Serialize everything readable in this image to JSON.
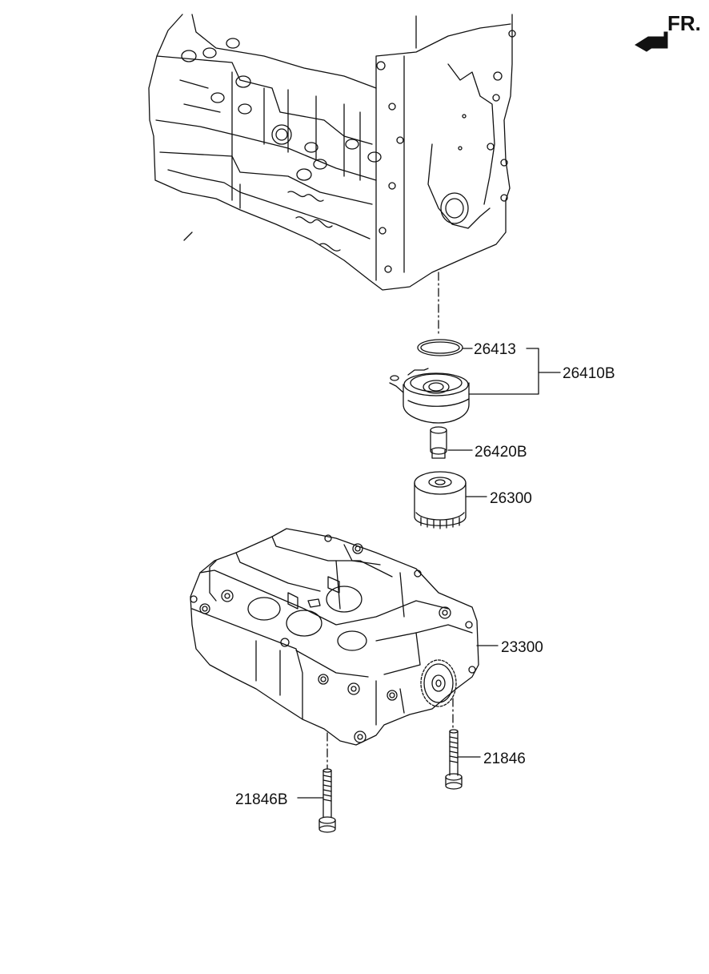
{
  "direction_marker": {
    "text": "FR.",
    "icon": "front-direction-arrow-icon"
  },
  "labels": {
    "p26413": "26413",
    "p26410B": "26410B",
    "p26420B": "26420B",
    "p26300": "26300",
    "p23300": "23300",
    "p21846": "21846",
    "p21846B": "21846B"
  },
  "colors": {
    "line": "#111111",
    "background": "#ffffff"
  }
}
